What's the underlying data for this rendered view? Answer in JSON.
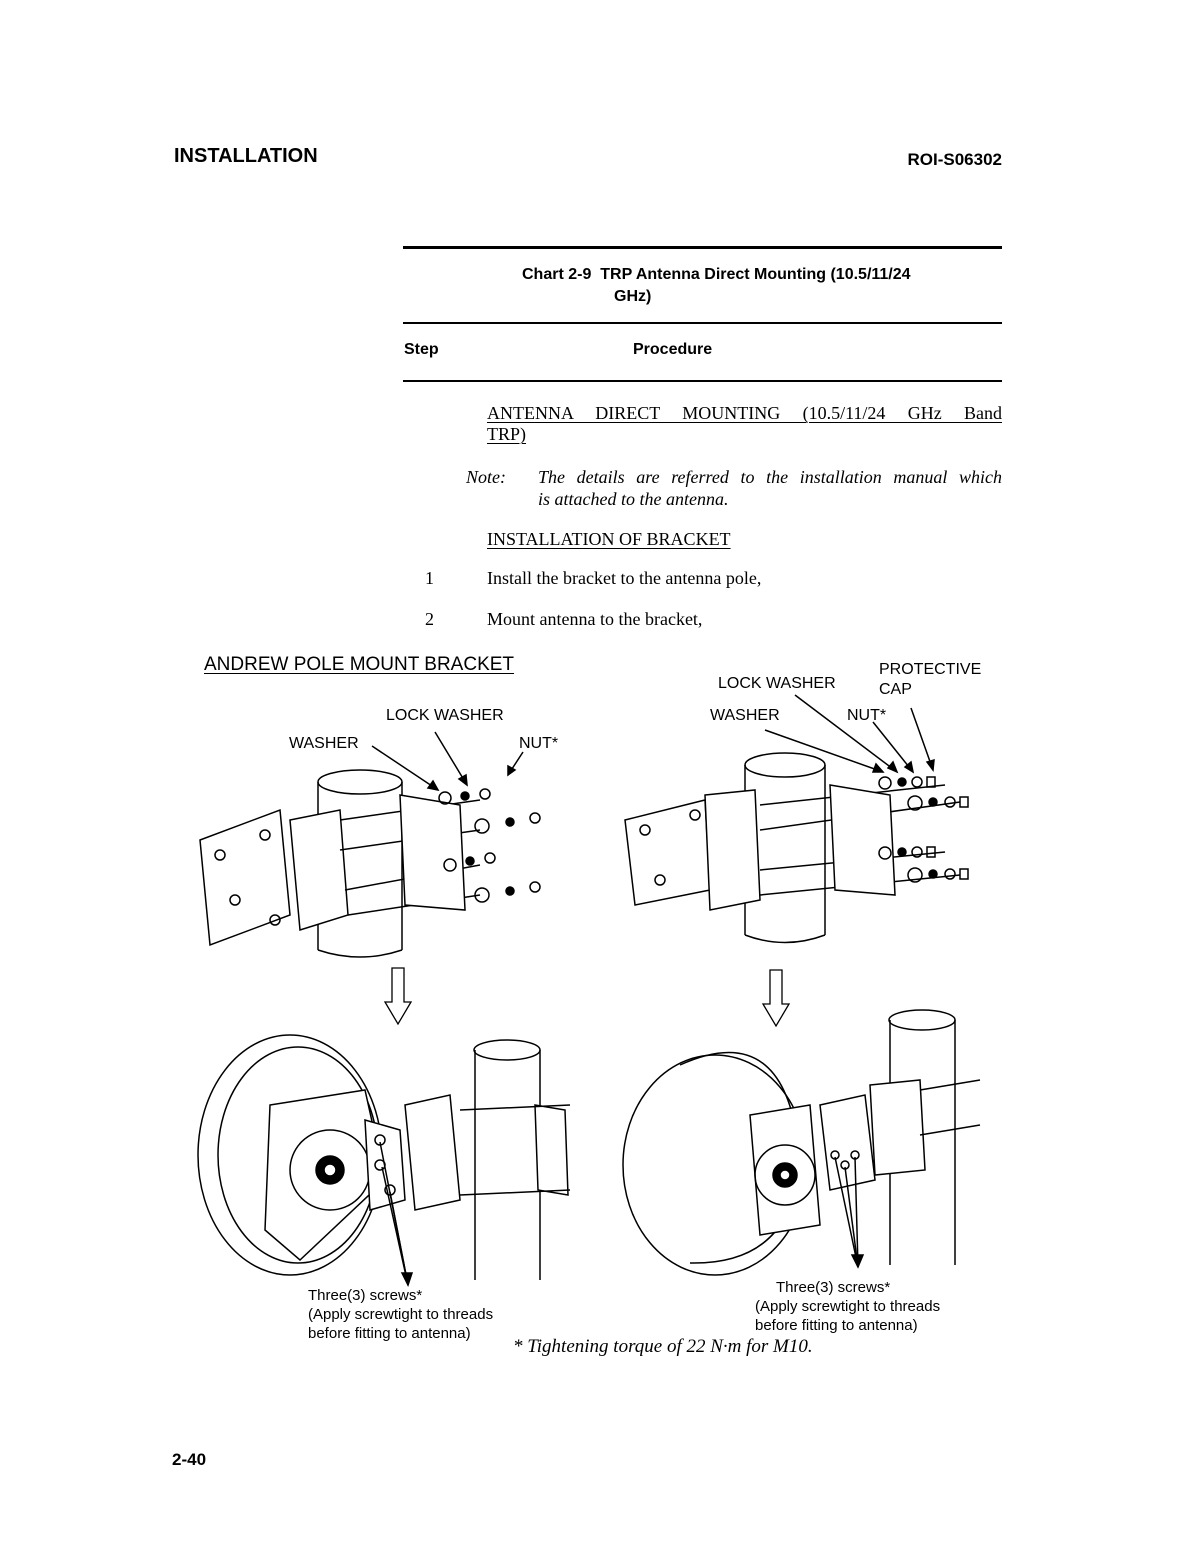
{
  "header": {
    "section": "INSTALLATION",
    "doc_id": "ROI-S06302"
  },
  "chart": {
    "number": "Chart 2-9",
    "title_line1": "TRP Antenna Direct Mounting (10.5/11/24",
    "title_line2": "GHz)",
    "col_step": "Step",
    "col_procedure": "Procedure"
  },
  "procedure": {
    "heading_line1": "ANTENNA DIRECT MOUNTING (10.5/11/24 GHz Band",
    "heading_line2": "TRP)",
    "note_label": "Note:",
    "note_line1": "The details are referred to the installation manual which",
    "note_line2": "is attached to the antenna.",
    "subheading": "INSTALLATION OF BRACKET",
    "steps": [
      {
        "num": "1",
        "text": "Install the bracket to the antenna pole,"
      },
      {
        "num": "2",
        "text": "Mount antenna to the bracket,"
      }
    ]
  },
  "figure": {
    "title": "ANDREW POLE MOUNT BRACKET",
    "left_labels": {
      "lock_washer": "LOCK WASHER",
      "washer": "WASHER",
      "nut": "NUT*"
    },
    "right_labels": {
      "protective_cap_line1": "PROTECTIVE",
      "protective_cap_line2": "CAP",
      "lock_washer": "LOCK WASHER",
      "washer": "WASHER",
      "nut": "NUT*"
    },
    "left_caption": {
      "line1": "Three(3) screws*",
      "line2": "(Apply screwtight to threads",
      "line3": "before fitting to antenna)"
    },
    "right_caption": {
      "line1": "Three(3) screws*",
      "line2": "(Apply screwtight to threads",
      "line3": "before fitting to antenna)"
    },
    "footnote": "* Tightening torque of 22 N·m for M10."
  },
  "footer": {
    "page_number": "2-40"
  }
}
